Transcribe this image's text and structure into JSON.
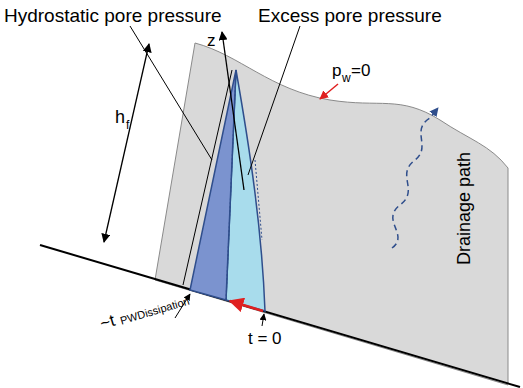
{
  "diagram": {
    "labels": [
      "Hydrostatic pore pressure",
      "Excess pore pressure",
      "z",
      "h",
      "f",
      "p",
      "w",
      "=0",
      "Drainage path",
      "~t",
      "PWDissipation",
      "t = 0"
    ]
  }
}
